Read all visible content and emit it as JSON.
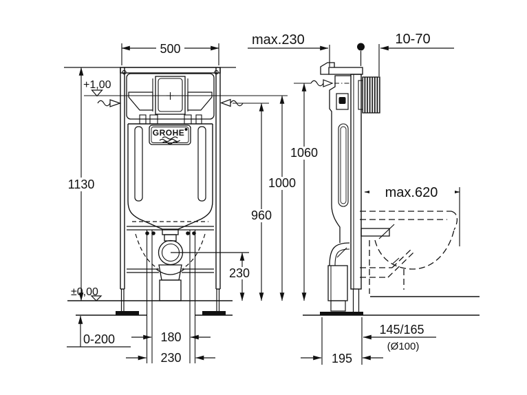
{
  "drawing": {
    "type": "installation-frame-dimensional-drawing",
    "brand_logo": "GROHE",
    "colors": {
      "line": "#111111",
      "background": "#ffffff"
    }
  },
  "levels": {
    "upper_datum": "+1,00",
    "floor_datum": "±0,00"
  },
  "dims": {
    "frame_width": "500",
    "front_max_depth": "max.230",
    "bracket_adjust_range": "10-70",
    "frame_height": "1130",
    "height_1060": "1060",
    "height_1000": "1000",
    "height_960": "960",
    "outlet_center_height": "230",
    "foot_adjust_range": "0-200",
    "rod_spacing": "180",
    "floor_opening_width": "230",
    "bowl_max_depth": "max.620",
    "rear_offset": "195",
    "drain_offset": "145/165",
    "drain_diameter": "(Ø100)"
  }
}
